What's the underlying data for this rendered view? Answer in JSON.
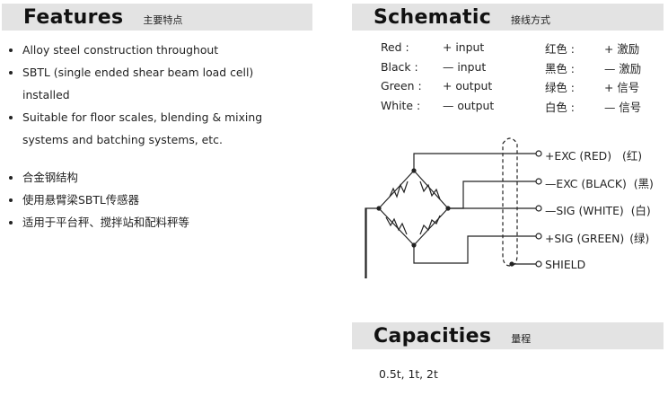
{
  "features": {
    "title": "Features",
    "subtitle": "主要特点",
    "items_en": [
      "Alloy steel construction throughout",
      "SBTL (single ended shear beam load cell)",
      "installed",
      "Suitable for floor scales, blending & mixing",
      "systems and batching systems, etc."
    ],
    "items_cn": [
      "合金钢结构",
      "使用悬臂梁SBTL传感器",
      "适用于平台秤、搅拌站和配料秤等"
    ]
  },
  "schematic": {
    "title": "Schematic",
    "subtitle": "接线方式",
    "legend": [
      {
        "color": "Red :",
        "signal": "+ input",
        "color_cn": "红色 :",
        "signal_cn": "+ 激励"
      },
      {
        "color": "Black :",
        "signal": "— input",
        "color_cn": "黑色 :",
        "signal_cn": "— 激励"
      },
      {
        "color": "Green :",
        "signal": "+ output",
        "color_cn": "绿色 :",
        "signal_cn": "+ 信号"
      },
      {
        "color": "White :",
        "signal": "— output",
        "color_cn": "白色 :",
        "signal_cn": "— 信号"
      }
    ],
    "wires": [
      {
        "label": "+EXC (RED)",
        "cn": "(红)"
      },
      {
        "label": "—EXC (BLACK)",
        "cn": "(黑)"
      },
      {
        "label": "—SIG (WHITE)",
        "cn": "(白)"
      },
      {
        "label": "+SIG (GREEN)",
        "cn": "(绿)"
      },
      {
        "label": "SHIELD",
        "cn": ""
      }
    ]
  },
  "capacities": {
    "title": "Capacities",
    "subtitle": "量程",
    "value": "0.5t, 1t, 2t"
  }
}
